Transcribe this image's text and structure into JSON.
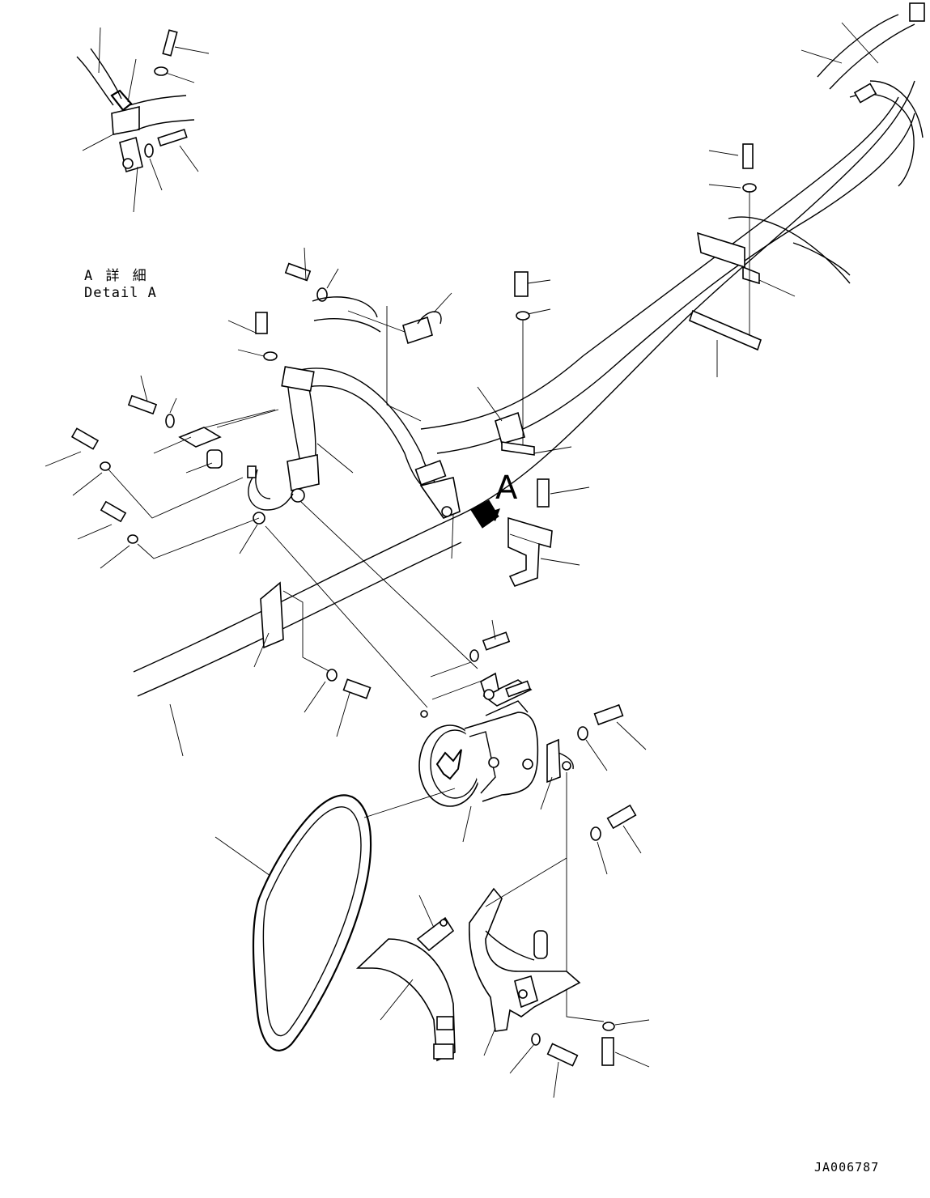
{
  "detail_label": {
    "japanese": "A 詳 細",
    "english": "Detail A"
  },
  "view_marker": "A",
  "drawing_number": "JA006787"
}
